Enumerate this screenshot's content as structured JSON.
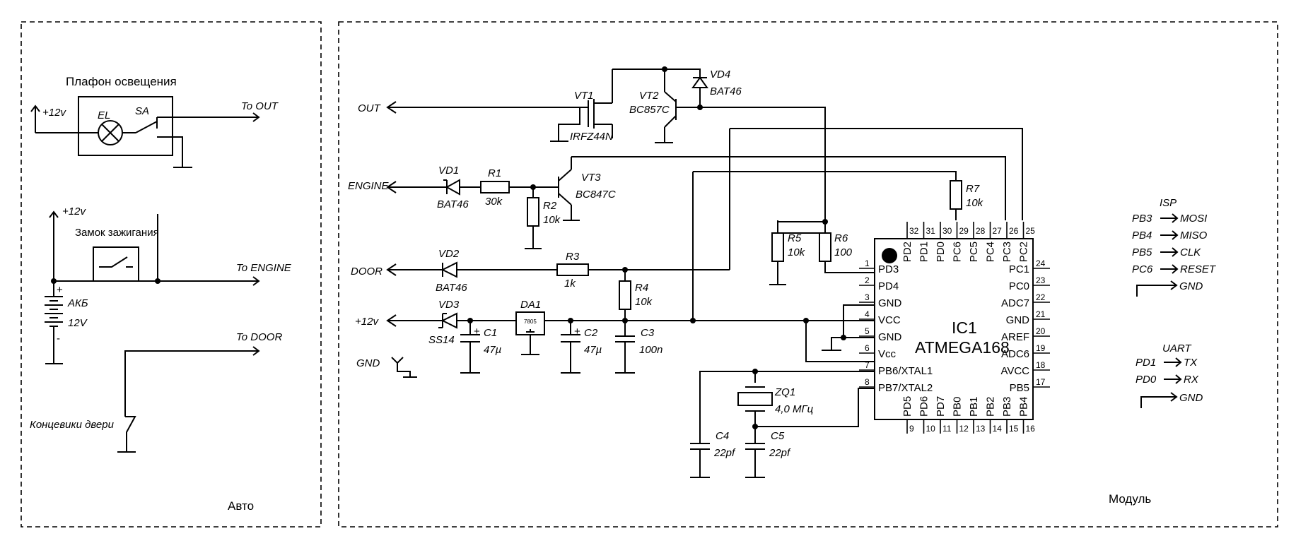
{
  "panels": {
    "auto": "Авто",
    "module": "Модуль"
  },
  "auto": {
    "lamp_title": "Плафон освещения",
    "supply1": "+12v",
    "el": "EL",
    "sa": "SA",
    "to_out": "To OUT",
    "supply2": "+12v",
    "ignition": "Замок зажигания",
    "to_engine": "To ENGINE",
    "battery_name": "АКБ",
    "battery_voltage": "12V",
    "plus": "+",
    "minus": "-",
    "to_door": "To DOOR",
    "door_switch": "Концевики двери"
  },
  "module": {
    "ports": {
      "out": "OUT",
      "engine": "ENGINE",
      "door": "DOOR",
      "supply": "+12v",
      "gnd": "GND"
    },
    "parts": {
      "vt1": "VT1",
      "vt1_type": "IRFZ44N",
      "vt2": "VT2",
      "vt2_type": "BC857C",
      "vd4": "VD4",
      "vd4_type": "BAT46",
      "vd1": "VD1",
      "vd1_type": "BAT46",
      "r1": "R1",
      "r1_val": "30k",
      "vt3": "VT3",
      "vt3_type": "BC847C",
      "r2": "R2",
      "r2_val": "10k",
      "r7": "R7",
      "r7_val": "10k",
      "r5": "R5",
      "r5_val": "10k",
      "r6": "R6",
      "r6_val": "100",
      "vd2": "VD2",
      "vd2_type": "BAT46",
      "r3": "R3",
      "r3_val": "1k",
      "r4": "R4",
      "r4_val": "10k",
      "vd3": "VD3",
      "vd3_type": "SS14",
      "c1": "C1",
      "c1_val": "47µ",
      "da1": "DA1",
      "da1_type": "7805",
      "c2": "C2",
      "c2_val": "47µ",
      "c3": "C3",
      "c3_val": "100n",
      "zq1": "ZQ1",
      "zq1_val": "4,0 МГц",
      "c4": "C4",
      "c4_val": "22pf",
      "c5": "C5",
      "c5_val": "22pf",
      "cap_plus": "+"
    },
    "ic": {
      "name": "IC1",
      "type": "ATMEGA168",
      "left_pins": [
        "PD3",
        "PD4",
        "GND",
        "VCC",
        "GND",
        "Vcc",
        "PB6/XTAL1",
        "PB7/XTAL2"
      ],
      "left_nums": [
        "1",
        "2",
        "3",
        "4",
        "5",
        "6",
        "7",
        "8"
      ],
      "right_pins": [
        "PC1",
        "PC0",
        "ADC7",
        "GND",
        "AREF",
        "ADC6",
        "AVCC",
        "PB5"
      ],
      "right_nums": [
        "24",
        "23",
        "22",
        "21",
        "20",
        "19",
        "18",
        "17"
      ],
      "top_pins": [
        "PD2",
        "PD1",
        "PD0",
        "PC6",
        "PC5",
        "PC4",
        "PC3",
        "PC2"
      ],
      "top_nums": [
        "32",
        "31",
        "30",
        "29",
        "28",
        "27",
        "26",
        "25"
      ],
      "bottom_pins": [
        "PD5",
        "PD6",
        "PD7",
        "PB0",
        "PB1",
        "PB2",
        "PB3",
        "PB4"
      ],
      "bottom_nums": [
        "9",
        "10",
        "11",
        "12",
        "13",
        "14",
        "15",
        "16"
      ]
    },
    "isp": {
      "title": "ISP",
      "rows": [
        {
          "pin": "PB3",
          "sig": "MOSI"
        },
        {
          "pin": "PB4",
          "sig": "MISO"
        },
        {
          "pin": "PB5",
          "sig": "CLK"
        },
        {
          "pin": "PC6",
          "sig": "RESET"
        }
      ],
      "gnd": "GND"
    },
    "uart": {
      "title": "UART",
      "rows": [
        {
          "pin": "PD1",
          "sig": "TX"
        },
        {
          "pin": "PD0",
          "sig": "RX"
        }
      ],
      "gnd": "GND"
    }
  }
}
